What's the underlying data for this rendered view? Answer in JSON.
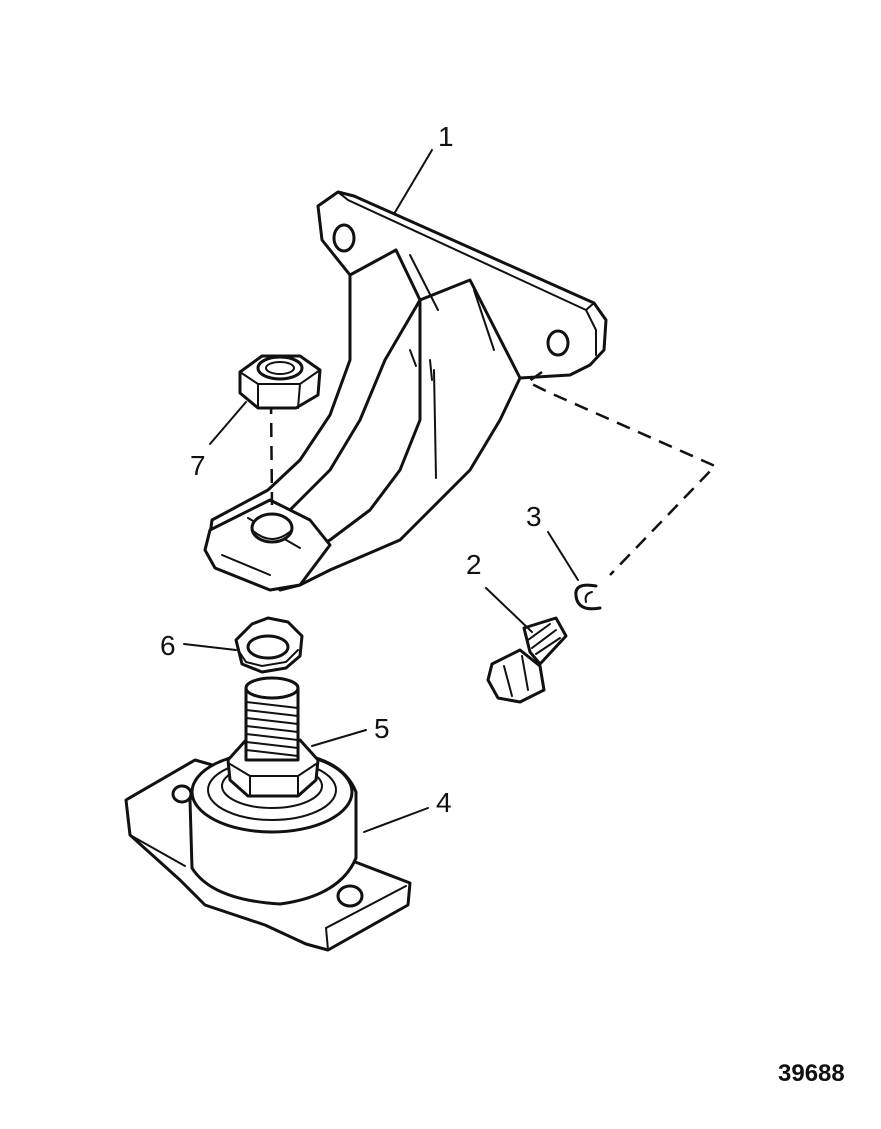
{
  "callouts": {
    "c1": "1",
    "c2": "2",
    "c3": "3",
    "c4": "4",
    "c5": "5",
    "c6": "6",
    "c7": "7"
  },
  "figure_id": "39688"
}
